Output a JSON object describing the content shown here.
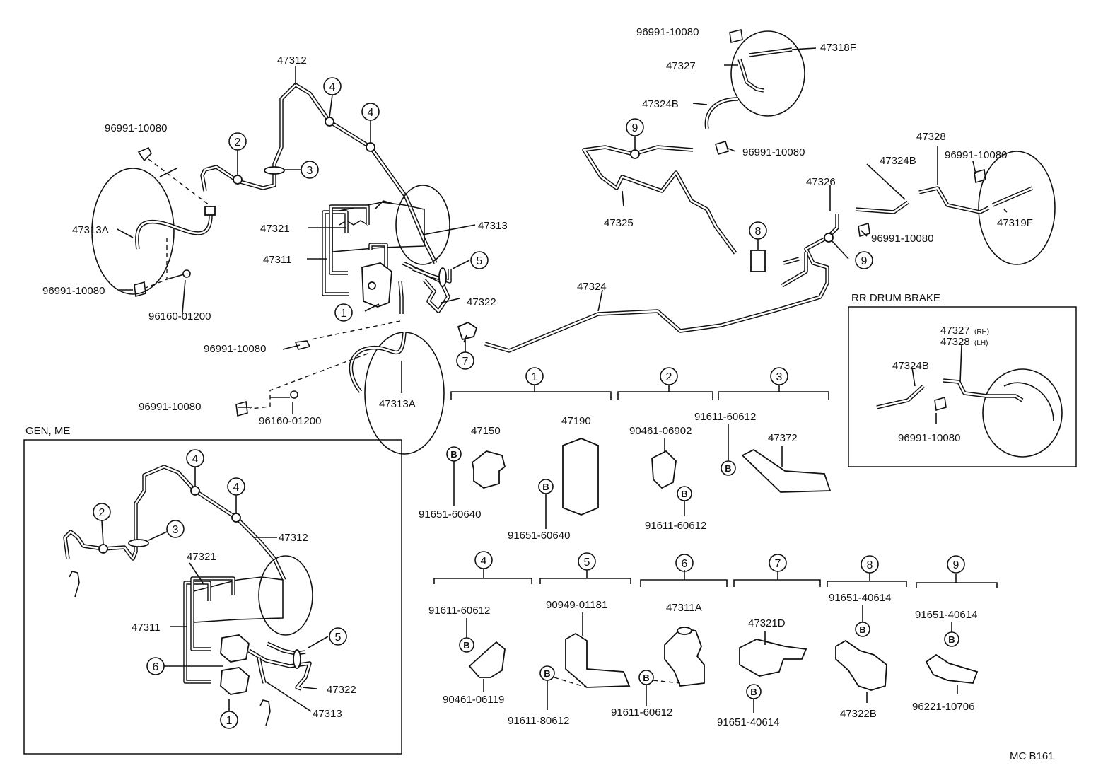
{
  "callouts": {
    "c47312_top": "47312",
    "c96991_a": "96991-10080",
    "c47313A_left": "47313A",
    "c96991_b": "96991-10080",
    "c96160_a": "96160-01200",
    "c47321_top": "47321",
    "c47311_top": "47311",
    "c47313_top": "47313",
    "c47322_top": "47322",
    "c96991_c": "96991-10080",
    "c96991_d": "96991-10080",
    "c96160_b": "96160-01200",
    "c47313A_bottom": "47313A",
    "c96991_e": "96991-10080",
    "c47327": "47327",
    "c47318F": "47318F",
    "c47324B_a": "47324B",
    "c96991_f": "96991-10080",
    "c47325": "47325",
    "c47328": "47328",
    "c96991_g": "96991-10080",
    "c47324B_b": "47324B",
    "c47326": "47326",
    "c47319F": "47319F",
    "c96991_h": "96991-10080",
    "c47324": "47324",
    "c47312_gen": "47312",
    "c47321_gen": "47321",
    "c47311_gen": "47311",
    "c47322_gen": "47322",
    "c47313_gen": "47313",
    "c47327_rr": "47327",
    "c47327_rr_sub": "(RH)",
    "c47328_rr": "47328",
    "c47328_rr_sub": "(LH)",
    "c47324B_rr": "47324B",
    "c96991_rr": "96991-10080"
  },
  "circle_nums": {
    "n1": "1",
    "n2": "2",
    "n3": "3",
    "n4": "4",
    "n5": "5",
    "n6": "6",
    "n7": "7",
    "n8": "8",
    "n9": "9"
  },
  "bolt_letter": "B",
  "boxes": {
    "gen_me": "GEN, ME",
    "rr_drum": "RR DRUM BRAKE"
  },
  "details": {
    "d1": {
      "a": "47150",
      "b": "47190",
      "c": "91651-60640",
      "d": "91651-60640"
    },
    "d2": {
      "a": "90461-06902",
      "b": "91611-60612"
    },
    "d3": {
      "a": "91611-60612",
      "b": "47372"
    },
    "d4": {
      "a": "91611-60612",
      "b": "90461-06119"
    },
    "d5": {
      "a": "90949-01181",
      "b": "91611-80612"
    },
    "d6": {
      "a": "47311A",
      "b": "91611-60612"
    },
    "d7": {
      "a": "47321D",
      "b": "91651-40614"
    },
    "d8": {
      "a": "91651-40614",
      "b": "47322B"
    },
    "d9": {
      "a": "91651-40614",
      "b": "96221-10706"
    }
  },
  "drawing_code": "MC B161"
}
